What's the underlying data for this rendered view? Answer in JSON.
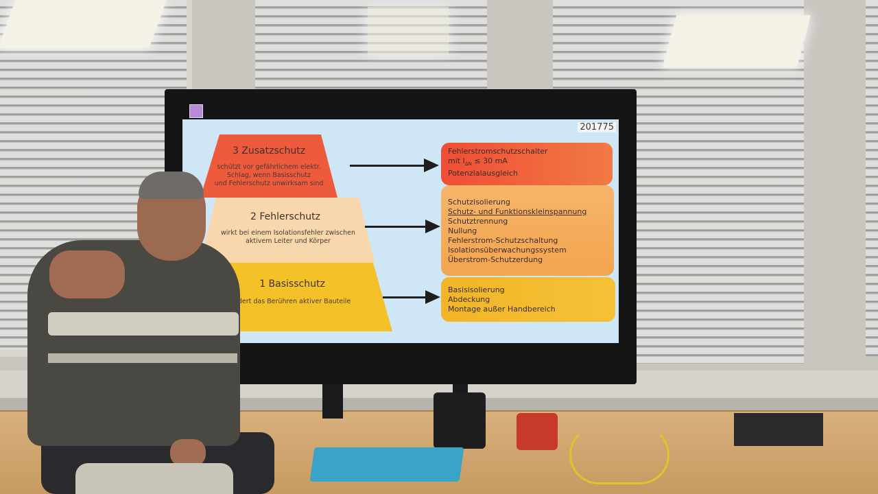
{
  "slide": {
    "id_badge": "201775",
    "tiers": [
      {
        "title": "3 Zusatzschutz",
        "desc": [
          "schützt vor gefährlichem elektr.",
          "Schlag, wenn Basisschutz",
          "und Fehlerschutz unwirksam sind"
        ]
      },
      {
        "title": "2 Fehlerschutz",
        "desc": [
          "wirkt bei einem Isolationsfehler zwischen",
          "aktivem Leiter und Körper"
        ]
      },
      {
        "title": "1 Basisschutz",
        "desc": [
          "ndert das Berühren aktiver Bauteile"
        ]
      }
    ],
    "boxes": [
      {
        "lines": [
          "Fehlerstromschutzschalter",
          "mit I",
          "Potenzialausgleich"
        ],
        "sub": "ΔN",
        "suffix": " ≤ 30 mA"
      },
      {
        "lines": [
          "Schutzisolierung",
          "Schutz- und Funktionskleinspannung",
          "Schutztrennung",
          "Nullung",
          "Fehlerstrom-Schutzschaltung",
          "Isolationsüberwachungssystem",
          "Überstrom-Schutzerdung"
        ]
      },
      {
        "lines": [
          "Basisisolierung",
          "Abdeckung",
          "Montage außer Handbereich"
        ]
      }
    ]
  },
  "colors": {
    "tier3": "#ee5b3c",
    "tier2": "#f7d7ab",
    "tier1": "#f4c129",
    "screen_bg": "#cfe6f6"
  },
  "icons": [
    "slide-app-icon"
  ]
}
